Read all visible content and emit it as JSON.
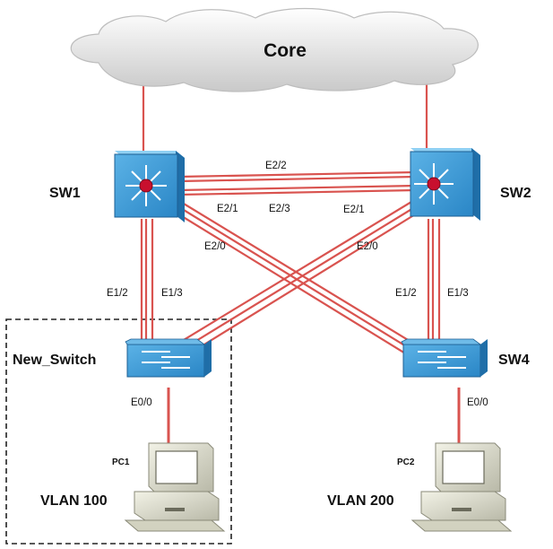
{
  "cloud": {
    "label": "Core"
  },
  "devices": {
    "sw1": {
      "label": "SW1"
    },
    "sw2": {
      "label": "SW2"
    },
    "new_switch": {
      "label": "New_Switch"
    },
    "sw4": {
      "label": "SW4"
    },
    "pc1": {
      "label": "PC1",
      "vlan": "VLAN 100"
    },
    "pc2": {
      "label": "PC2",
      "vlan": "VLAN 200"
    }
  },
  "ports": {
    "sw1_sw2_e22": "E2/2",
    "sw1_e21": "E2/1",
    "sw2_e23": "E2/3",
    "sw2_e21": "E2/1",
    "sw1_e20": "E2/0",
    "sw2_e20": "E2/0",
    "new_e12": "E1/2",
    "new_e13": "E1/3",
    "sw4_e12": "E1/2",
    "sw4_e13": "E1/3",
    "new_e00": "E0/0",
    "sw4_e00": "E0/0"
  },
  "colors": {
    "link": "#d9534f",
    "switch_face": "#3c9bd6",
    "switch_side": "#1f6ea8",
    "switch_top": "#7cc3ec",
    "router_dot": "#c8102e",
    "pc_body": "#e3e3d3",
    "pc_shadow": "#9a9a88"
  }
}
